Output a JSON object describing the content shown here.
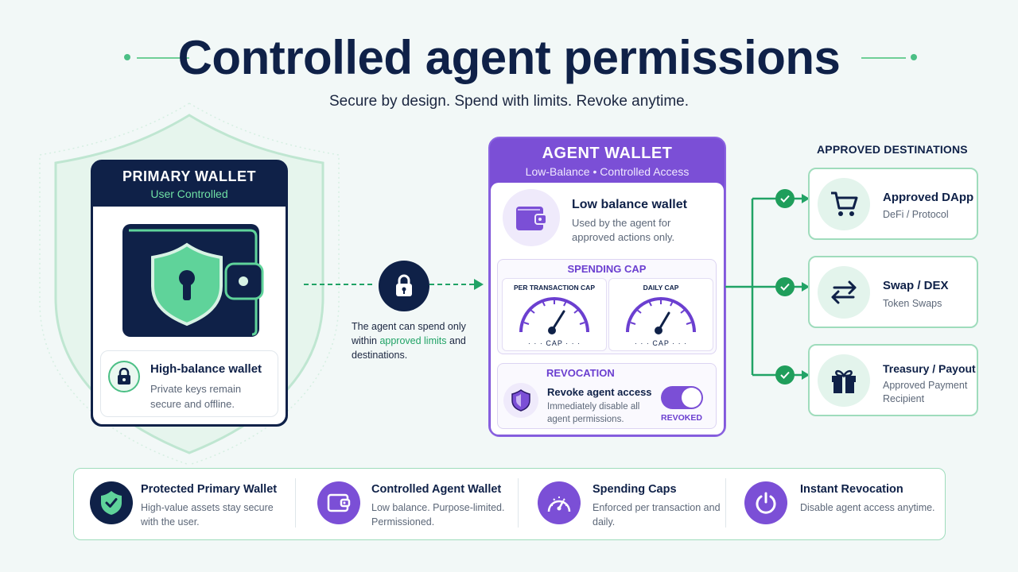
{
  "header": {
    "title": "Controlled agent permissions",
    "subtitle": "Secure by design. Spend with limits. Revoke anytime."
  },
  "colors": {
    "navy": "#0f2148",
    "green": "#4bbf85",
    "purple": "#7b4fd6",
    "background": "#f2f8f7"
  },
  "primary_wallet": {
    "title": "PRIMARY WALLET",
    "subtitle": "User Controlled",
    "icon": "shield-keyhole-wallet-icon",
    "card": {
      "title": "High-balance wallet",
      "description": "Private keys remain secure and offline.",
      "icon": "lock-icon"
    }
  },
  "connector": {
    "icon": "padlock-icon",
    "text_before": "The agent can spend only within ",
    "highlight": "approved limits",
    "text_after": " and destinations."
  },
  "agent_wallet": {
    "title": "AGENT WALLET",
    "subtitle": "Low-Balance • Controlled Access",
    "low_balance": {
      "title": "Low balance wallet",
      "description": "Used by the agent for approved actions only.",
      "icon": "wallet-icon"
    },
    "spending_cap": {
      "title": "SPENDING CAP",
      "gauges": [
        {
          "label": "PER TRANSACTION CAP",
          "caption": "· · ·  CAP  · · ·"
        },
        {
          "label": "DAILY CAP",
          "caption": "· · ·  CAP  · · ·"
        }
      ]
    },
    "revocation": {
      "title": "REVOCATION",
      "label": "Revoke agent access",
      "description": "Immediately disable all agent permissions.",
      "toggle_state": "REVOKED",
      "icon": "shield-icon"
    }
  },
  "destinations": {
    "heading": "APPROVED DESTINATIONS",
    "items": [
      {
        "title": "Approved DApp",
        "description": "DeFi / Protocol",
        "icon": "cart-icon"
      },
      {
        "title": "Swap / DEX",
        "description": "Token Swaps",
        "icon": "swap-arrows-icon"
      },
      {
        "title": "Treasury / Payout",
        "description": "Approved Payment Recipient",
        "icon": "gift-icon"
      }
    ]
  },
  "features": [
    {
      "title": "Protected Primary Wallet",
      "description": "High-value assets stay secure with the user.",
      "icon": "shield-check-icon"
    },
    {
      "title": "Controlled Agent Wallet",
      "description": "Low balance. Purpose-limited. Permissioned.",
      "icon": "wallet-icon"
    },
    {
      "title": "Spending Caps",
      "description": "Enforced per transaction and daily.",
      "icon": "gauge-icon"
    },
    {
      "title": "Instant Revocation",
      "description": "Disable agent access anytime.",
      "icon": "power-icon"
    }
  ]
}
